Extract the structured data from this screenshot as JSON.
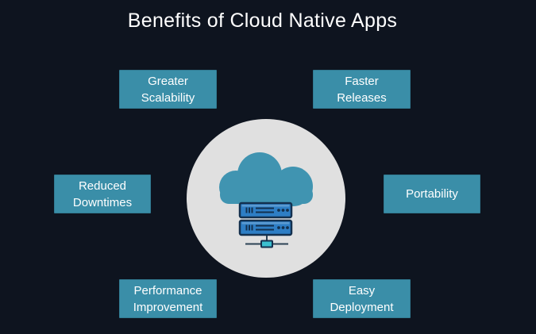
{
  "title": "Benefits of Cloud Native Apps",
  "benefits": [
    {
      "id": "greater-scalability",
      "label": "Greater\nScalability"
    },
    {
      "id": "faster-releases",
      "label": "Faster\nReleases"
    },
    {
      "id": "reduced-downtimes",
      "label": "Reduced\nDowntimes"
    },
    {
      "id": "portability",
      "label": "Portability"
    },
    {
      "id": "performance-improvement",
      "label": "Performance\nImprovement"
    },
    {
      "id": "easy-deployment",
      "label": "Easy\nDeployment"
    }
  ],
  "center": {
    "icon": "cloud-server-icon"
  },
  "colors": {
    "background": "#0e141f",
    "box": "#3a8ea8",
    "text": "#ffffff",
    "circle": "#e0e0e0",
    "cloud": "#4094b1",
    "server": "#2e7ec5",
    "server_outline": "#13304e",
    "node": "#3cc0d0",
    "line": "#2c4254"
  }
}
